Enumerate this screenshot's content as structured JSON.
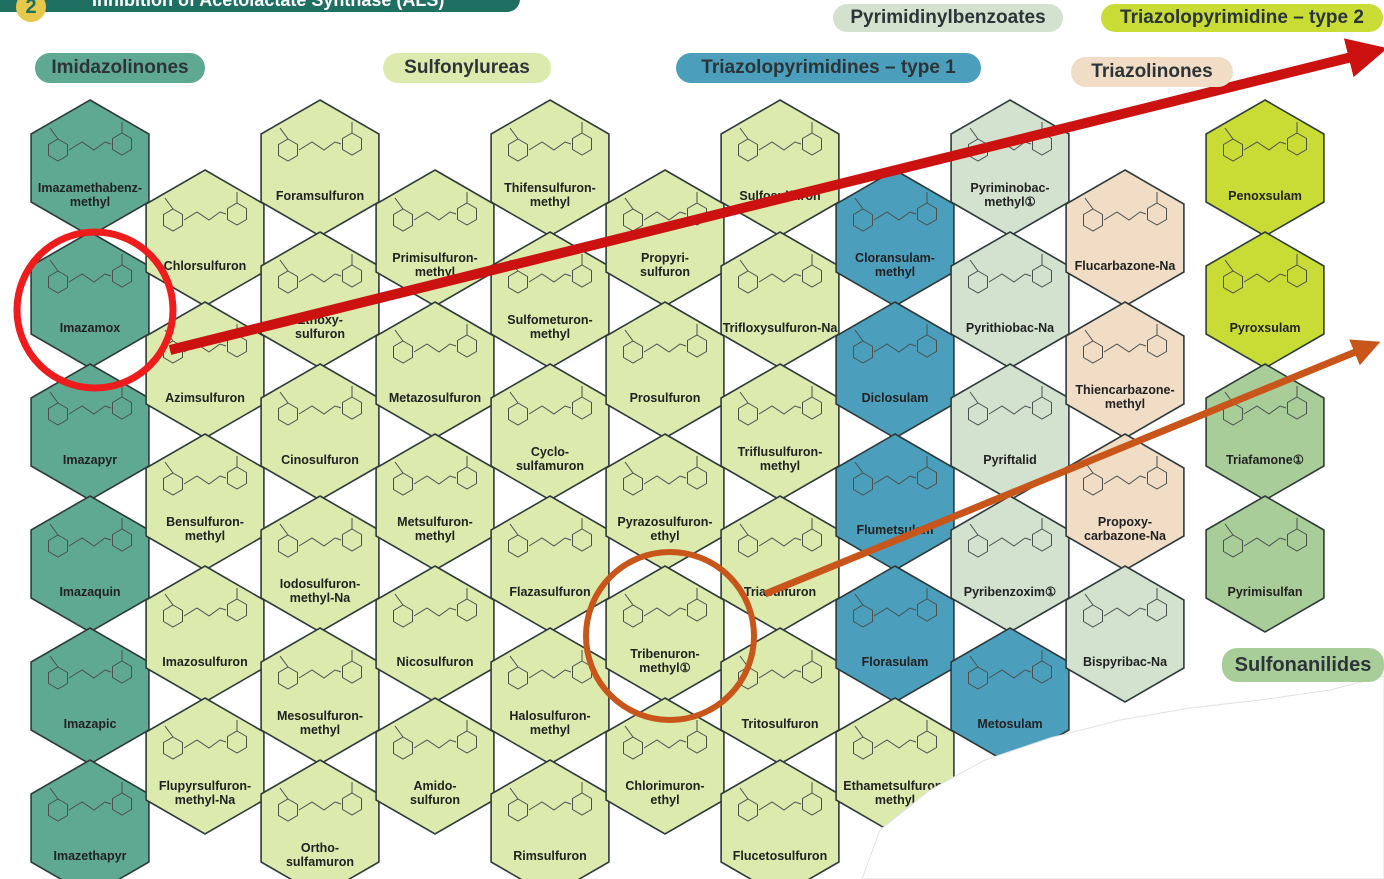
{
  "header": {
    "number": "2",
    "title": "Inhibition of Acetolactate Synthase (ALS)"
  },
  "colors": {
    "imidazolinone": "#5fa993",
    "sulfonylurea": "#dceaae",
    "triazolopyrimidine_type1": "#4b9fbd",
    "pyrimidinylbenzoate": "#d2e2cf",
    "triazolinone": "#f1dcc5",
    "triazolopyrimidine_type2": "#c9dc36",
    "sulfonanilide": "#a9cd99",
    "red_circle": "#ee1c1c",
    "red_arrow": "#cc1111",
    "orange_circle": "#c8561a",
    "orange_arrow": "#c8561a"
  },
  "legend": {
    "imidazolinones": "Imidazolinones",
    "sulfonylureas": "Sulfonylureas",
    "triazolopyrimidines_type1": "Triazolopyrimidines – type 1",
    "pyrimidinylbenzoates": "Pyrimidinylbenzoates",
    "triazolopyrimidine_type2": "Triazolopyrimidine – type 2",
    "triazolinones": "Triazolinones",
    "sulfonanilides": "Sulfonanilides"
  },
  "compounds": {
    "imazamethabenz": [
      "Imazamethabenz-",
      "methyl"
    ],
    "imazamox": [
      "Imazamox"
    ],
    "imazapyr": [
      "Imazapyr"
    ],
    "imazaquin": [
      "Imazaquin"
    ],
    "imazapic": [
      "Imazapic"
    ],
    "imazethapyr": [
      "Imazethapyr"
    ],
    "chlorsulfuron": [
      "Chlorsulfuron"
    ],
    "azimsulfuron": [
      "Azimsulfuron"
    ],
    "bensulfuron": [
      "Bensulfuron-",
      "methyl"
    ],
    "imazosulfuron": [
      "Imazosulfuron"
    ],
    "flupyrsulfuron": [
      "Flupyrsulfuron-",
      "methyl-Na"
    ],
    "foramsulfuron": [
      "Foramsulfuron"
    ],
    "ethoxysulfuron": [
      "Ethoxy-",
      "sulfuron"
    ],
    "cinosulfuron": [
      "Cinosulfuron"
    ],
    "iodosulfuron": [
      "Iodosulfuron-",
      "methyl-Na"
    ],
    "mesosulfuron": [
      "Mesosulfuron-",
      "methyl"
    ],
    "orthosulfamuron": [
      "Ortho-",
      "sulfamuron"
    ],
    "primisulfuron": [
      "Primisulfuron-",
      "methyl"
    ],
    "metazosulfuron": [
      "Metazosulfuron"
    ],
    "metsulfuron": [
      "Metsulfuron-",
      "methyl"
    ],
    "nicosulfuron": [
      "Nicosulfuron"
    ],
    "amidosulfuron": [
      "Amido-",
      "sulfuron"
    ],
    "thifensulfuron": [
      "Thifensulfuron-",
      "methyl"
    ],
    "sulfometuron": [
      "Sulfometuron-",
      "methyl"
    ],
    "cyclosulfamuron": [
      "Cyclo-",
      "sulfamuron"
    ],
    "flazasulfuron": [
      "Flazasulfuron"
    ],
    "halosulfuron": [
      "Halosulfuron-",
      "methyl"
    ],
    "rimsulfuron": [
      "Rimsulfuron"
    ],
    "propyrisulfuron": [
      "Propyri-",
      "sulfuron"
    ],
    "prosulfuron": [
      "Prosulfuron"
    ],
    "pyrazosulfuron": [
      "Pyrazosulfuron-",
      "ethyl"
    ],
    "tribenuron": [
      "Tribenuron-",
      "methyl①"
    ],
    "chlorimuron": [
      "Chlorimuron-",
      "ethyl"
    ],
    "sulfosulfuron": [
      "Sulfosulfuron"
    ],
    "trifloxysulfuron": [
      "Trifloxysulfuron-Na"
    ],
    "triflusulfuron": [
      "Triflusulfuron-",
      "methyl"
    ],
    "triasulfuron": [
      "Triasulfuron"
    ],
    "tritosulfuron": [
      "Tritosulfuron"
    ],
    "flucetosulfuron": [
      "Flucetosulfuron"
    ],
    "ethametsulfuron": [
      "Ethametsulfuron-",
      "methyl"
    ],
    "cloransulam": [
      "Cloransulam-",
      "methyl"
    ],
    "diclosulam": [
      "Diclosulam"
    ],
    "flumetsulam": [
      "Flumetsulam"
    ],
    "florasulam": [
      "Florasulam"
    ],
    "metosulam": [
      "Metosulam"
    ],
    "pyriminobac": [
      "Pyriminobac-",
      "methyl①"
    ],
    "pyrithiobac": [
      "Pyrithiobac-Na"
    ],
    "pyriftalid": [
      "Pyriftalid"
    ],
    "pyribenzoxim": [
      "Pyribenzoxim①"
    ],
    "bispyribac": [
      "Bispyribac-Na"
    ],
    "flucarbazone": [
      "Flucarbazone-Na"
    ],
    "thiencarbazone": [
      "Thiencarbazone-",
      "methyl"
    ],
    "propoxycarbazone": [
      "Propoxy-",
      "carbazone-Na"
    ],
    "penoxsulam": [
      "Penoxsulam"
    ],
    "pyroxsulam": [
      "Pyroxsulam"
    ],
    "triafamone": [
      "Triafamone①"
    ],
    "pyrimisulfan": [
      "Pyrimisulfan"
    ]
  }
}
